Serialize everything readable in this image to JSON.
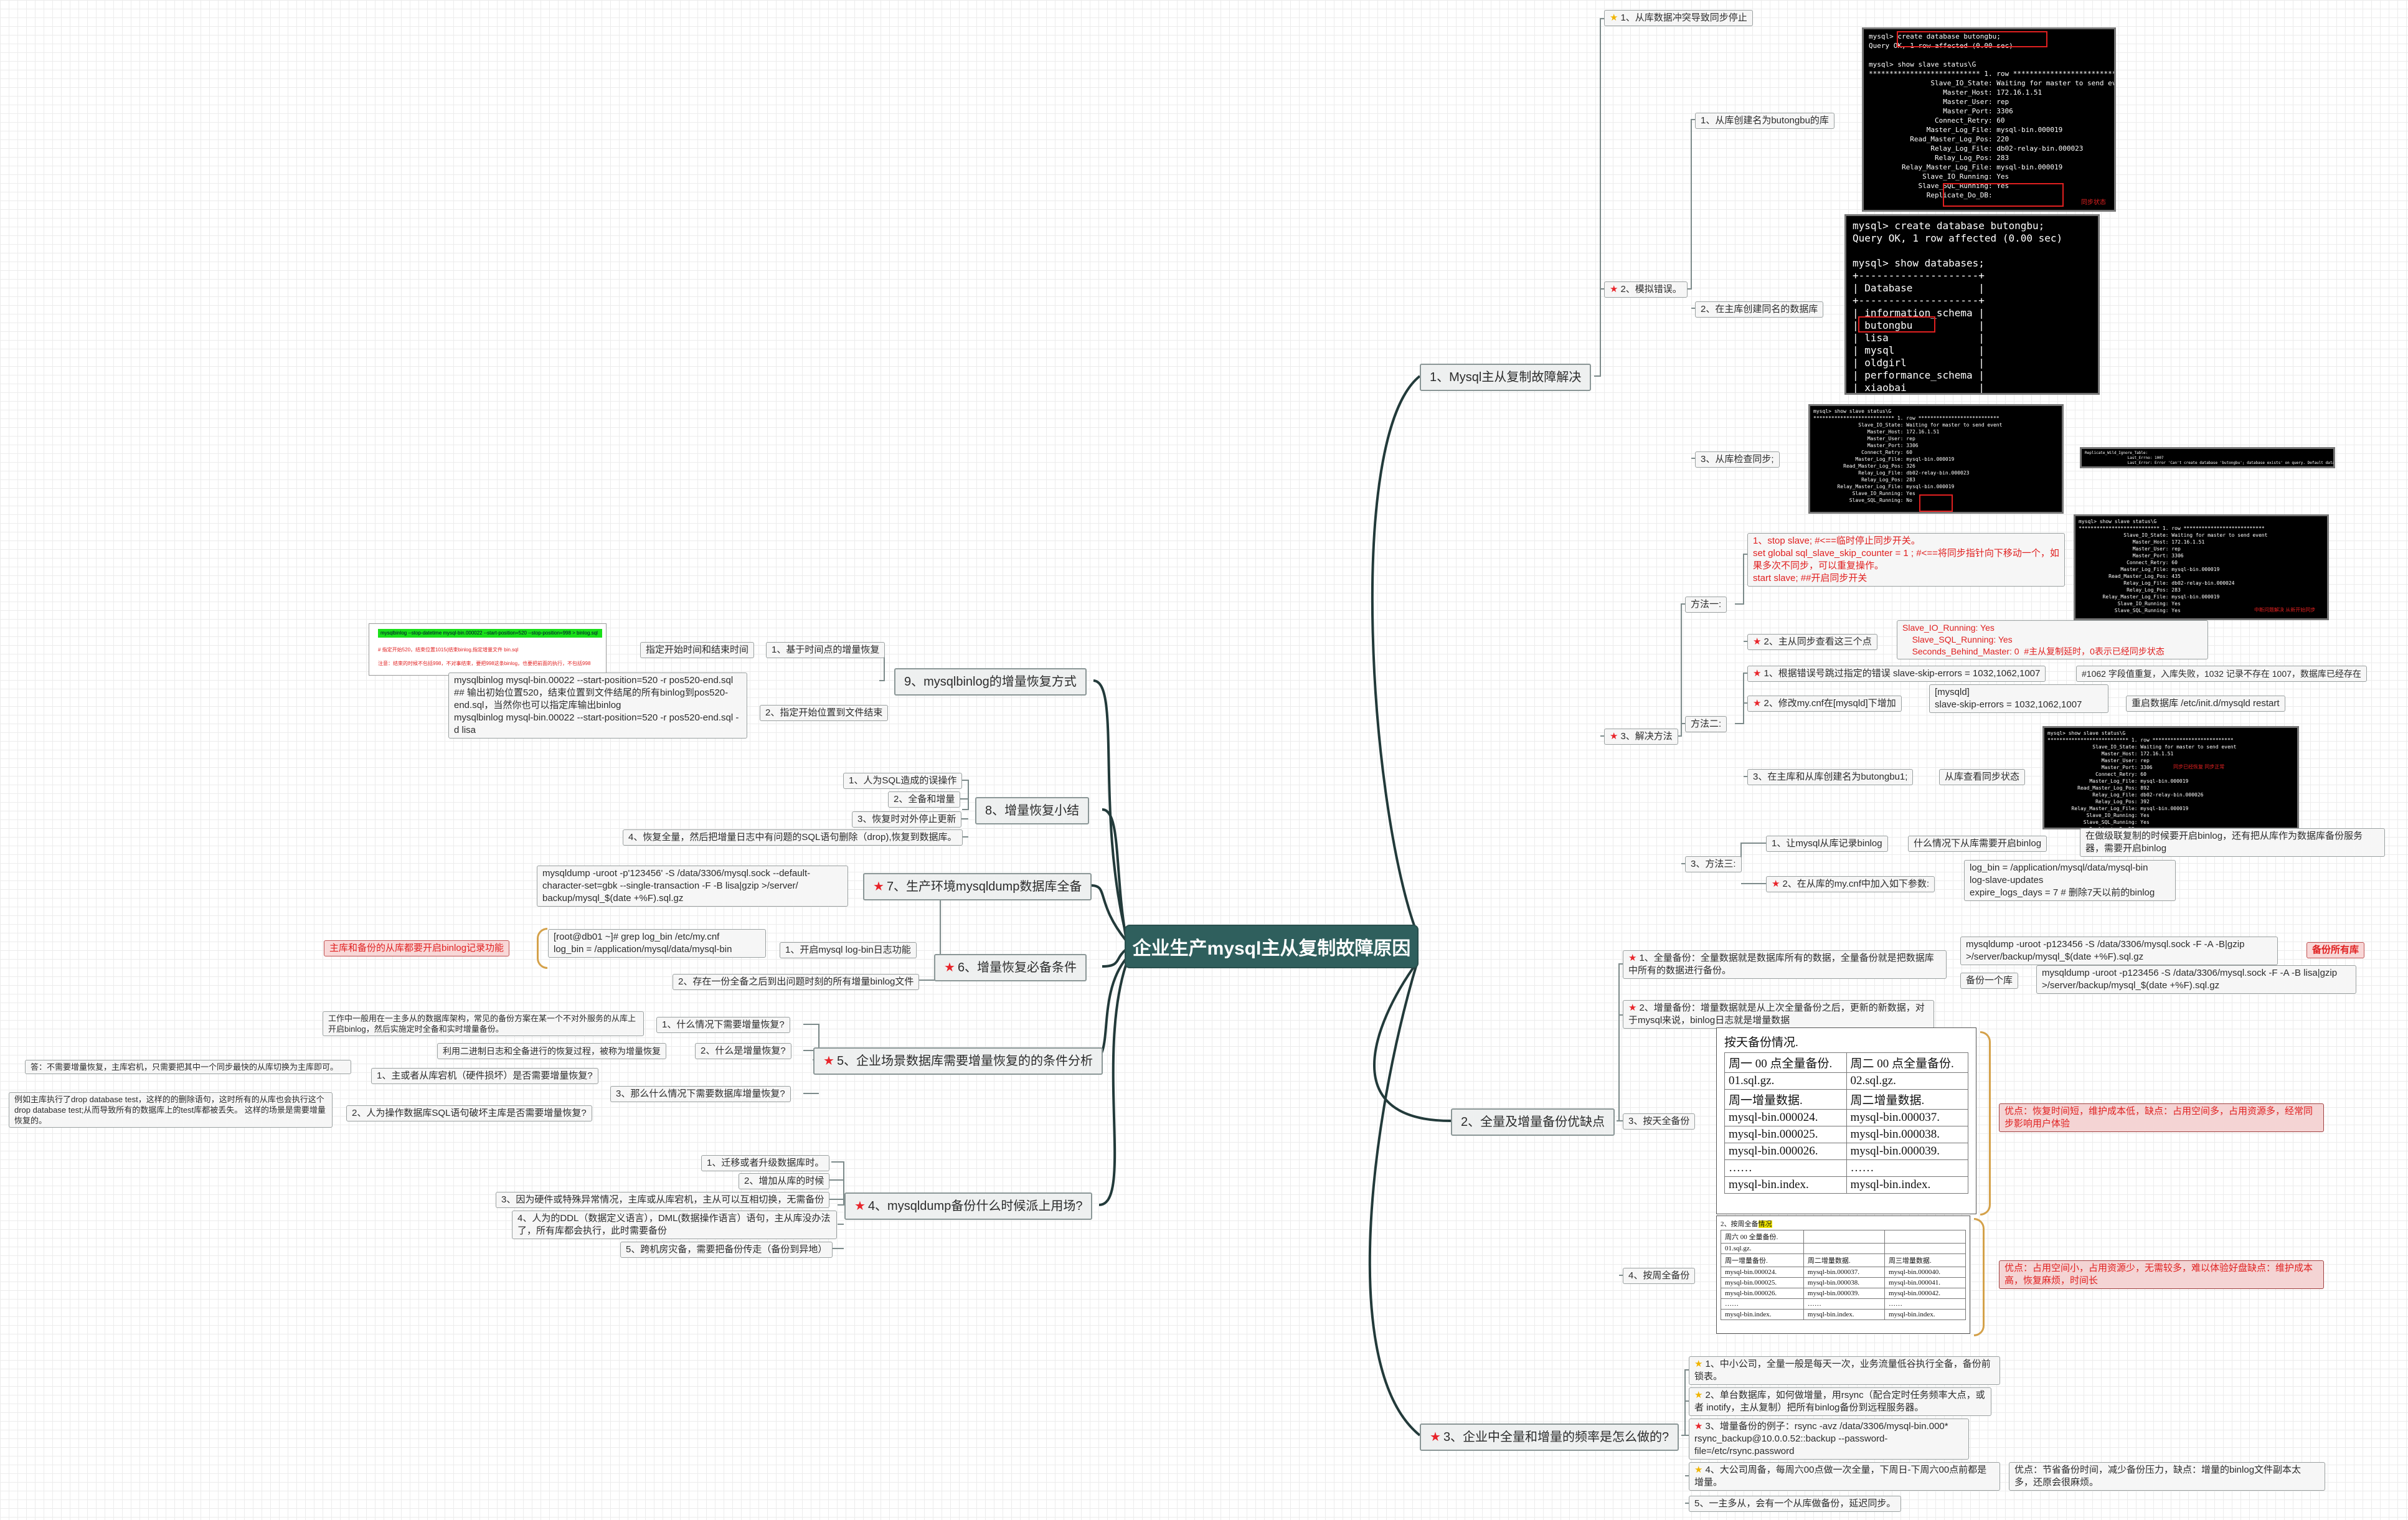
{
  "root": "企业生产mysql主从复制故障原因",
  "s1": {
    "title": "1、Mysql主从复制故障解决",
    "c1": "1、从库数据冲突导致同步停止",
    "c2": "2、模拟错误。",
    "c2_1": "1、从库创建名为butongbu的库",
    "c2_2": "2、在主库创建同名的数据库",
    "c2_3": "3、从库检查同步;",
    "c3": "3、解决方法",
    "m1": "方法一:",
    "m1_a": "1、stop slave; #<==临时停止同步开关。\nset global sql_slave_skip_counter = 1 ; #<==将同步指针向下移动一个，如果多次不同步，可以重复操作。\nstart slave; ##开启同步开关",
    "m1_b": "2、主从同步查看这三个点",
    "m1_b_detail": "Slave_IO_Running: Yes\n    Slave_SQL_Running: Yes\n    Seconds_Behind_Master: 0  #主从复制延时，0表示已经同步状态",
    "m2": "方法二:",
    "m2_a": "1、根据错误号跳过指定的错误 slave-skip-errors = 1032,1062,1007",
    "m2_a_detail": "#1062 字段值重复，入库失败，1032 记录不存在 1007，数据库已经存在",
    "m2_b": "2、修改my.cnf在[mysqld]下增加",
    "m2_b_detail": "[mysqld]\nslave-skip-errors = 1032,1062,1007",
    "m2_b_restart": "重启数据库 /etc/init.d/mysqld restart",
    "m2_c": "3、在主库和从库创建名为butongbu1;",
    "m2_c_detail": "从库查看同步状态",
    "m3": "3、方法三:",
    "m3_a": "1、让mysql从库记录binlog",
    "m3_a_q": "什么情况下从库需要开启binlog",
    "m3_a_ans": "在做级联复制的时候要开启binlog，还有把从库作为数据库备份服务器，需要开启binlog",
    "m3_b": "2、在从库的my.cnf中加入如下参数:",
    "m3_b_detail": "log_bin = /application/mysql/data/mysql-bin\nlog-slave-updates\nexpire_logs_days = 7 # 删除7天以前的binlog"
  },
  "term1": "mysql> create database butongbu;\nQuery OK, 1 row affected (0.00 sec)\n\nmysql> show slave status\\G\n*************************** 1. row ***************************\n               Slave_IO_State: Waiting for master to send event\n                  Master_Host: 172.16.1.51\n                  Master_User: rep\n                  Master_Port: 3306\n                Connect_Retry: 60\n              Master_Log_File: mysql-bin.000019\n          Read_Master_Log_Pos: 220\n               Relay_Log_File: db02-relay-bin.000023\n                Relay_Log_Pos: 283\n        Relay_Master_Log_File: mysql-bin.000019\n             Slave_IO_Running: Yes\n            Slave_SQL_Running: Yes\n              Replicate_Do_DB:",
  "term1_note": "同步状态",
  "term2": "mysql> create database butongbu;\nQuery OK, 1 row affected (0.00 sec)\n\nmysql> show databases;\n+--------------------+\n| Database           |\n+--------------------+\n| information_schema |\n| butongbu           |\n| lisa               |\n| mysql              |\n| oldgirl            |\n| performance_schema |\n| xiaobai            |\n+--------------------+",
  "term3": "mysql> show slave status\\G\n*************************** 1. row ***************************\n               Slave_IO_State: Waiting for master to send event\n                  Master_Host: 172.16.1.51\n                  Master_User: rep\n                  Master_Port: 3306\n                Connect_Retry: 60\n              Master_Log_File: mysql-bin.000019\n          Read_Master_Log_Pos: 326\n               Relay_Log_File: db02-relay-bin.000023\n                Relay_Log_Pos: 283\n        Relay_Master_Log_File: mysql-bin.000019\n             Slave_IO_Running: Yes\n            Slave_SQL_Running: No",
  "term3_side": "Replicate_Wild_Ignore_Table:\n                   Last_Errno: 1007\n                   Last_Error: Error 'Can't create database 'butongbu'; database exists' on query. Default database: 'butongbu'. Query: 'create database butongbu'",
  "term4": "mysql> show slave status\\G\n*************************** 1. row ***************************\n               Slave_IO_State: Waiting for master to send event\n                  Master_Host: 172.16.1.51\n                  Master_User: rep\n                  Master_Port: 3306\n                Connect_Retry: 60\n              Master_Log_File: mysql-bin.000019\n          Read_Master_Log_Pos: 435\n               Relay_Log_File: db02-relay-bin.000024\n                Relay_Log_Pos: 283\n        Relay_Master_Log_File: mysql-bin.000019\n             Slave_IO_Running: Yes\n            Slave_SQL_Running: Yes",
  "term4_note": "中断问题解决 从新开始同步",
  "term5": "mysql> show slave status\\G\n*************************** 1. row ***************************\n               Slave_IO_State: Waiting for master to send event\n                  Master_Host: 172.16.1.51\n                  Master_User: rep\n                  Master_Port: 3306\n                Connect_Retry: 60\n              Master_Log_File: mysql-bin.000019\n          Read_Master_Log_Pos: 892\n               Relay_Log_File: db02-relay-bin.000026\n                Relay_Log_Pos: 392\n        Relay_Master_Log_File: mysql-bin.000019\n             Slave_IO_Running: Yes\n            Slave_SQL_Running: Yes\n              Replicate_Do_DB:\n          Replicate_Ignore_DB:",
  "term5_note": "同步已经恢复 同步正常",
  "s2": {
    "title": "2、全量及增量备份优缺点",
    "c1": "1、全量备份：全量数据就是数据库所有的数据，全量备份就是把数据库中所有的数据进行备份。",
    "c1_cmd": "mysqldump -uroot -p123456 -S /data/3306/mysql.sock -F -A -B|gzip >/server/backup/mysql_$(date +%F).sql.gz",
    "c1_tag": "备份所有库",
    "c1_one": "备份一个库",
    "c1_one_cmd": "mysqldump -uroot  -p123456 -S /data/3306/mysql.sock -F -A -B lisa|gzip >/server/backup/mysql_$(date +%F).sql.gz",
    "c2": "2、增量备份：增量数据就是从上次全量备份之后，更新的新数据，对于mysql来说，binlog日志就是增量数据",
    "c3": "3、按天全备份",
    "c3_note": "优点：恢复时间短，维护成本低，缺点：占用空间多，占用资源多，经常同步影响用户体验",
    "c4": "4、按周全备份",
    "c4_note": "优点：占用空间小，占用资源少，无需较多，难以体验好盘缺点：维护成本 高，恢复麻烦，时间长",
    "day_table": {
      "title": "按天备份情况.",
      "h": [
        "周一 00 点全量备份.",
        "周二 00 点全量备份."
      ],
      "r1": [
        "01.sql.gz.",
        "02.sql.gz."
      ],
      "r2": [
        "周一增量数据.",
        "周二增量数据."
      ],
      "r3": [
        "mysql-bin.000024.",
        "mysql-bin.000037."
      ],
      "r4": [
        "mysql-bin.000025.",
        "mysql-bin.000038."
      ],
      "r5": [
        "mysql-bin.000026.",
        "mysql-bin.000039."
      ],
      "r6": [
        "……",
        "……"
      ],
      "r7": [
        "mysql-bin.index.",
        "mysql-bin.index."
      ]
    },
    "week_table": {
      "title": "2、按周全备",
      "title_highlight": "情况",
      "r0": [
        "周六 00 全量备份.",
        "",
        ""
      ],
      "r1": [
        "01.sql.gz.",
        "",
        ""
      ],
      "r2": [
        "周一增量备份.",
        "周二增量数据.",
        "周三增量数据."
      ],
      "r3": [
        "mysql-bin.000024.",
        "mysql-bin.000037.",
        "mysql-bin.000040."
      ],
      "r4": [
        "mysql-bin.000025.",
        "mysql-bin.000038.",
        "mysql-bin.000041."
      ],
      "r5": [
        "mysql-bin.000026.",
        "mysql-bin.000039.",
        "mysql-bin.000042."
      ],
      "r6": [
        "……",
        "……",
        "……"
      ],
      "r7": [
        "mysql-bin.index.",
        "mysql-bin.index.",
        "mysql-bin.index."
      ]
    }
  },
  "s3": {
    "title": "3、企业中全量和增量的频率是怎么做的?",
    "c1": "1、中小公司，全量一般是每天一次，业务流量低谷执行全备，备份前锁表。",
    "c2": "2、单台数据库，如何做增量，用rsync（配合定时任务频率大点，或者  inotify，主从复制）把所有binlog备份到远程服务器。",
    "c3": "3、增量备份的例子：rsync -avz /data/3306/mysql-bin.000* rsync_backup@10.0.0.52::backup --password-file=/etc/rsync.password",
    "c4": "4、大公司周备，每周六00点做一次全量，下周日-下周六00点前都是增量。",
    "c4_note": "优点：节省备份时间，减少备份压力，缺点：增量的binlog文件副本太多，还原会很麻烦。",
    "c5": "5、一主多从，会有一个从库做备份，延迟同步。"
  },
  "s4": {
    "title": "4、mysqldump备份什么时候派上用场?",
    "c1": "1、迁移或者升级数据库时。",
    "c2": "2、增加从库的时候",
    "c3": "3、因为硬件或特殊异常情况，主库或从库宕机，主从可以互相切换，无需备份",
    "c4": "4、人为的DDL（数据定义语言），DML(数据操作语言）语句，主从库没办法了，所有库都会执行，此时需要备份",
    "c5": "5、跨机房灾备，需要把备份传走（备份到异地）"
  },
  "s5": {
    "title": "5、企业场景数据库需要增量恢复的的条件分析",
    "c1": "1、什么情况下需要增量恢复?",
    "c1_detail": "工作中一般用在一主多从的数据库架构，常见的备份方案在某一个不对外服务的从库上开启binlog，然后实施定时全备和实时增量备份。",
    "c2": "2、什么是增量恢复?",
    "c2_detail": "利用二进制日志和全备进行的恢复过程，被称为增量恢复",
    "c3": "3、那么什么情况下需要数据库增量恢复?",
    "c3_a": "1、主或者从库宕机（硬件损坏）是否需要增量恢复?",
    "c3_a_detail": "答：不需要增量恢复，主库宕机，只需要把其中一个同步最快的从库切换为主库即可。",
    "c3_b": "2、人为操作数据库SQL语句破坏主库是否需要增量恢复?",
    "c3_b_detail": "例如主库执行了drop database test，这样的的删除语句，这时所有的从库也会执行这个 drop database test;从而导致所有的数据库上的test库都被丢失。 这样的场景是需要增量恢复的。"
  },
  "s6": {
    "title": "6、增量恢复必备条件",
    "c1": "1、开启mysql log-bin日志功能",
    "c1_detail": "[root@db01 ~]# grep log_bin /etc/my.cnf\nlog_bin = /application/mysql/data/mysql-bin",
    "c1_note": "主库和备份的从库都要开启binlog记录功能",
    "c2": "2、存在一份全备之后到出问题时刻的所有增量binlog文件"
  },
  "s7": {
    "title": "7、生产环境mysqldump数据库全备",
    "detail": "mysqldump -uroot -p'123456' -S /data/3306/mysql.sock --default-character-set=gbk --single-transaction -F -B lisa|gzip >/server/ backup/mysql_$(date +%F).sql.gz"
  },
  "s8": {
    "title": "8、增量恢复小结",
    "c1": "1、人为SQL造成的误操作",
    "c2": "2、全备和增量",
    "c3": "3、恢复时对外停止更新",
    "c4": "4、恢复全量，然后把增量日志中有问题的SQL语句删除（drop),恢复到数据库。"
  },
  "s9": {
    "title": "9、mysqlbinlog的增量恢复方式",
    "c1": "1、基于时间点的增量恢复",
    "c1_label": "指定开始时间和结束时间",
    "c1_green": "mysqlbinlog --stop-datetime mysql-bin.000022 --start-position=520 --stop-position=998 > binlog.sql",
    "c1_red1": "# 指定开始520，结束位置1015(结束binlog,指定增量文件 bin.sql",
    "c1_red2": "注意：结束的时候不包括998，不对事结束，要把998这条binlog，也要把前面的执行，不包括998",
    "c2": "2、指定开始位置到文件结束",
    "c2_detail": "mysqlbinlog mysql-bin.00022 --start-position=520 -r pos520-end.sql\n## 输出初始位置520，结束位置到文件结尾的所有binlog到pos520-end.sql，当然你也可以指定库输出binlog\nmysqlbinlog mysql-bin.00022 --start-position=520 -r pos520-end.sql -d lisa"
  }
}
